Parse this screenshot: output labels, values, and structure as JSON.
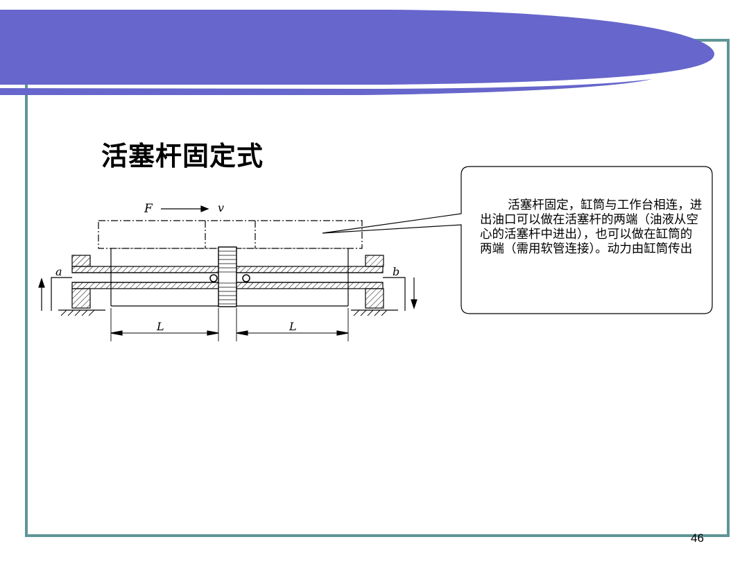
{
  "slide": {
    "title": "活塞杆固定式",
    "page_number": "46",
    "accent_color": "#6666cc",
    "frame_color": "#5f9595"
  },
  "diagram": {
    "labels": {
      "force": "F",
      "velocity": "v",
      "port_a": "a",
      "port_b": "b",
      "length_left": "L",
      "length_right": "L"
    }
  },
  "callout": {
    "text": "活塞杆固定，缸筒与工作台相连，进出油口可以做在活塞杆的两端（油液从空心的活塞杆中进出），也可以做在缸筒的两端（需用软管连接）。动力由缸筒传出"
  }
}
